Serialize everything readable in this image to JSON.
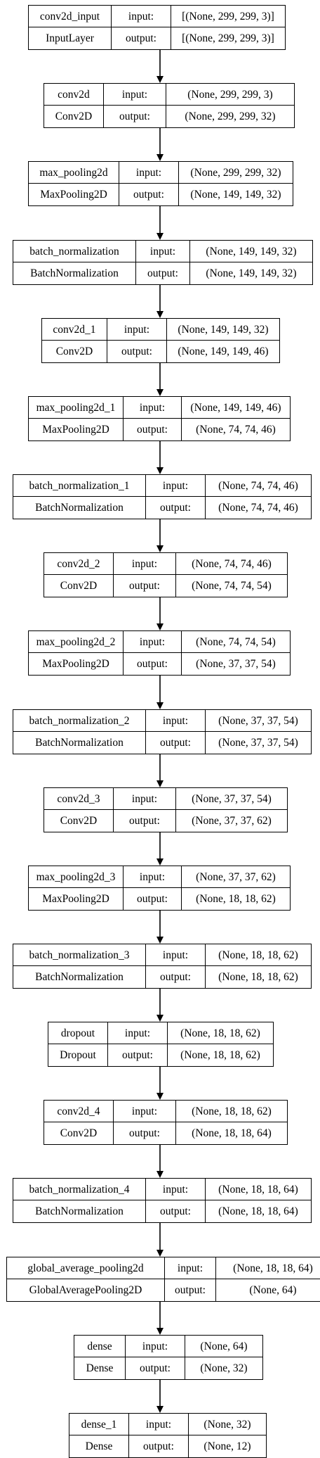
{
  "layers": [
    {
      "name": "conv2d_input",
      "type": "InputLayer",
      "input": "[(None, 299, 299, 3)]",
      "output": "[(None, 299, 299, 3)]"
    },
    {
      "name": "conv2d",
      "type": "Conv2D",
      "input": "(None, 299, 299, 3)",
      "output": "(None, 299, 299, 32)"
    },
    {
      "name": "max_pooling2d",
      "type": "MaxPooling2D",
      "input": "(None, 299, 299, 32)",
      "output": "(None, 149, 149, 32)"
    },
    {
      "name": "batch_normalization",
      "type": "BatchNormalization",
      "input": "(None, 149, 149, 32)",
      "output": "(None, 149, 149, 32)"
    },
    {
      "name": "conv2d_1",
      "type": "Conv2D",
      "input": "(None, 149, 149, 32)",
      "output": "(None, 149, 149, 46)"
    },
    {
      "name": "max_pooling2d_1",
      "type": "MaxPooling2D",
      "input": "(None, 149, 149, 46)",
      "output": "(None, 74, 74, 46)"
    },
    {
      "name": "batch_normalization_1",
      "type": "BatchNormalization",
      "input": "(None, 74, 74, 46)",
      "output": "(None, 74, 74, 46)"
    },
    {
      "name": "conv2d_2",
      "type": "Conv2D",
      "input": "(None, 74, 74, 46)",
      "output": "(None, 74, 74, 54)"
    },
    {
      "name": "max_pooling2d_2",
      "type": "MaxPooling2D",
      "input": "(None, 74, 74, 54)",
      "output": "(None, 37, 37, 54)"
    },
    {
      "name": "batch_normalization_2",
      "type": "BatchNormalization",
      "input": "(None, 37, 37, 54)",
      "output": "(None, 37, 37, 54)"
    },
    {
      "name": "conv2d_3",
      "type": "Conv2D",
      "input": "(None, 37, 37, 54)",
      "output": "(None, 37, 37, 62)"
    },
    {
      "name": "max_pooling2d_3",
      "type": "MaxPooling2D",
      "input": "(None, 37, 37, 62)",
      "output": "(None, 18, 18, 62)"
    },
    {
      "name": "batch_normalization_3",
      "type": "BatchNormalization",
      "input": "(None, 18, 18, 62)",
      "output": "(None, 18, 18, 62)"
    },
    {
      "name": "dropout",
      "type": "Dropout",
      "input": "(None, 18, 18, 62)",
      "output": "(None, 18, 18, 62)"
    },
    {
      "name": "conv2d_4",
      "type": "Conv2D",
      "input": "(None, 18, 18, 62)",
      "output": "(None, 18, 18, 64)"
    },
    {
      "name": "batch_normalization_4",
      "type": "BatchNormalization",
      "input": "(None, 18, 18, 64)",
      "output": "(None, 18, 18, 64)"
    },
    {
      "name": "global_average_pooling2d",
      "type": "GlobalAveragePooling2D",
      "input": "(None, 18, 18, 64)",
      "output": "(None, 64)"
    },
    {
      "name": "dense",
      "type": "Dense",
      "input": "(None, 64)",
      "output": "(None, 32)"
    },
    {
      "name": "dense_1",
      "type": "Dense",
      "input": "(None, 32)",
      "output": "(None, 12)"
    }
  ],
  "labels": {
    "input": "input:",
    "output": "output:"
  }
}
